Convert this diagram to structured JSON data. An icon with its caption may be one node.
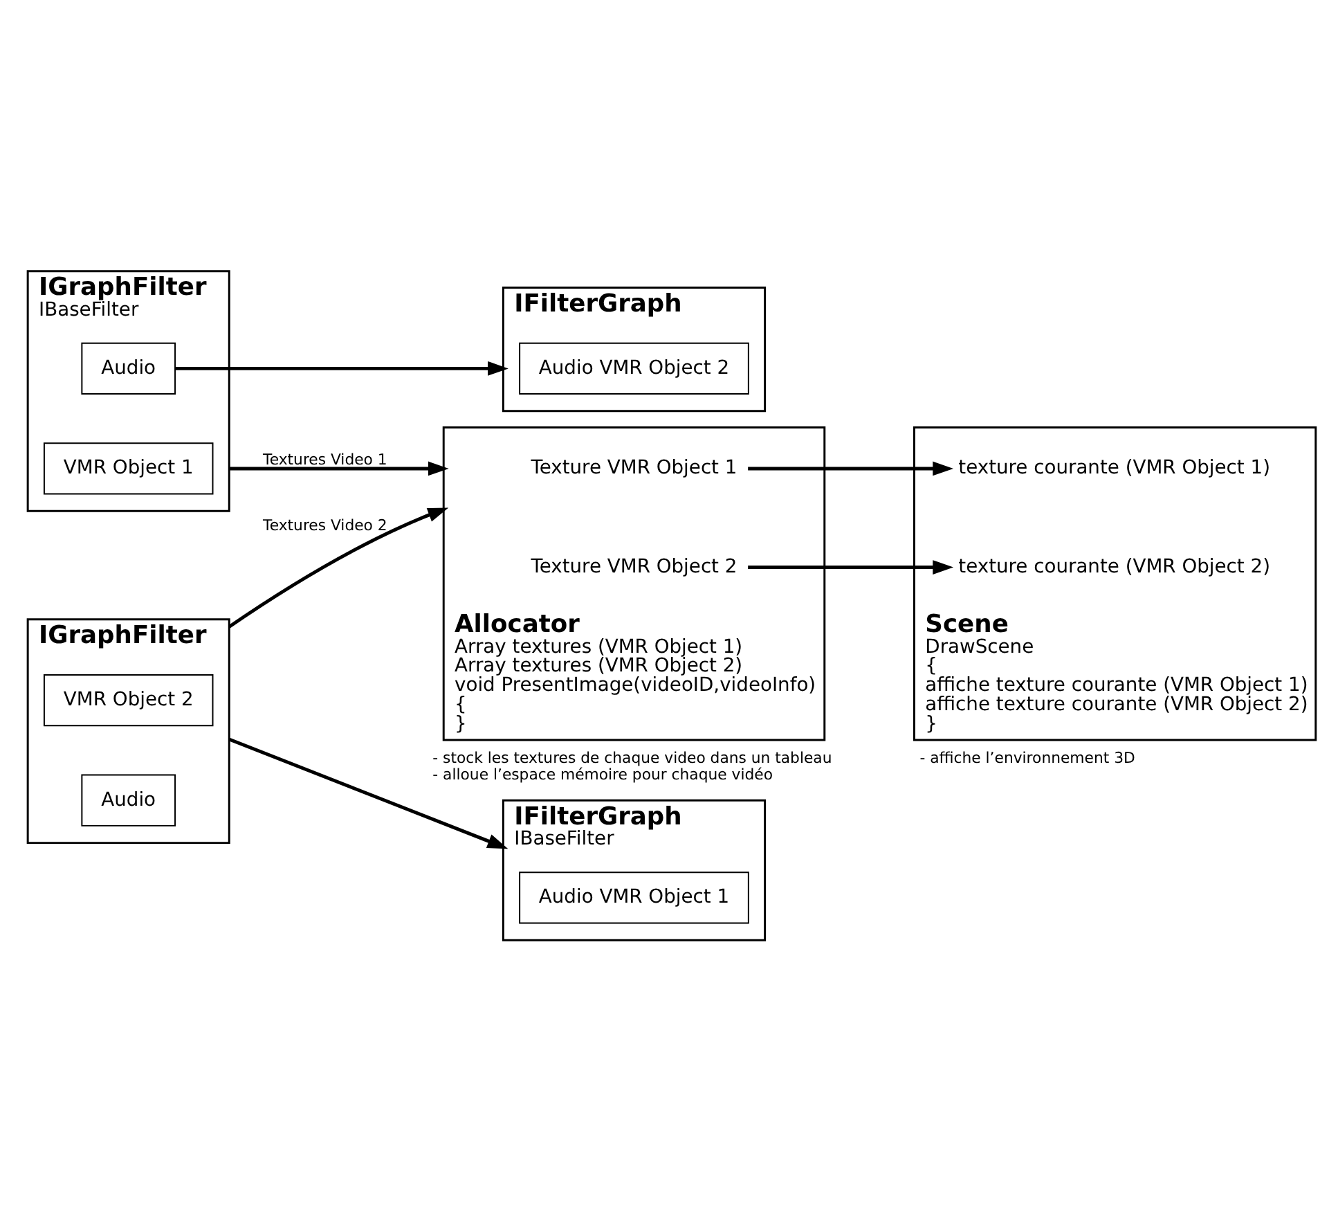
{
  "diagram": {
    "nodes": [
      {
        "text": [
          "IGraphFilter",
          "IBaseFilter"
        ]
      },
      {
        "text": [
          "VMR Object 1"
        ],
        "in": 0
      },
      {
        "text": [
          "Audio"
        ],
        "in": 0
      },
      {
        "text": [
          "IGraphFilter"
        ]
      },
      {
        "text": [
          "VMR Object 2"
        ],
        "in": 3
      },
      {
        "text": [
          "Audio"
        ],
        "in": 3
      },
      {
        "text": [
          "Allocator",
          "Array textures (VMR Object 1)",
          "Array textures (VMR Object 2)",
          "void PresentImage(videoID,videoInfo)",
          "{",
          "}"
        ],
        "beside": [
          "- stock les textures de chaque video dans un tableau",
          "- alloue l’espace mémoire pour chaque vidéo"
        ]
      },
      {
        "text": [
          "Texture VMR Object 1"
        ],
        "in": 6
      },
      {
        "text": [
          "Texture VMR Object 2"
        ],
        "in": 6
      },
      {
        "text": [
          "Scene",
          "DrawScene",
          "{",
          "affiche texture courante (VMR Object 1)",
          "affiche texture courante (VMR Object 2)",
          "}"
        ],
        "beside": [
          "- affiche l’environnement 3D"
        ]
      },
      {
        "text": [
          "texture courante (VMR Object 1)"
        ],
        "in": 9
      },
      {
        "text": [
          "texture courante (VMR Object 2)"
        ],
        "in": 9
      },
      {
        "text": [
          "IFilterGraph",
          "IBaseFilter"
        ]
      },
      {
        "text": [
          "Audio VMR Object 1"
        ],
        "in": 12
      },
      {
        "text": [
          "IFilterGraph"
        ]
      },
      {
        "text": [
          "Audio VMR Object 2"
        ],
        "in": 14
      }
    ],
    "edges": [
      {
        "from": 0,
        "to": 6,
        "arrow": "to",
        "label": "Textures Video 1"
      },
      {
        "from": 2,
        "to": 14,
        "arrow": "to"
      },
      {
        "from": 3,
        "to": 6,
        "arrow": "to",
        "label": "Textures Video 2"
      },
      {
        "from": 3,
        "to": 12,
        "arrow": "to"
      },
      {
        "from": 7,
        "to": 10,
        "arrow": "to"
      },
      {
        "from": 8,
        "to": 11,
        "arrow": "to"
      }
    ]
  }
}
